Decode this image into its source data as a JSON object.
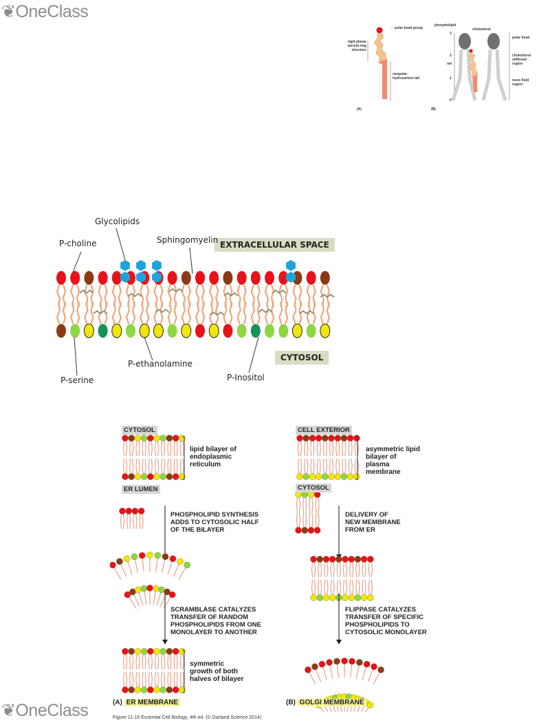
{
  "logo": {
    "text": "OneClass"
  },
  "cholesterol_figure": {
    "panel_a": {
      "letter": "(A)",
      "polar_head_group": "polar head group",
      "rigid_ring": "rigid planar steroid ring structure",
      "nonpolar_tail": "nonpolar hydrocarbon tail"
    },
    "panel_b": {
      "letter": "(B)",
      "phospholipid": "phospholipid",
      "cholesterol": "cholesterol",
      "axis_unit": "nm",
      "axis_ticks": [
        "3",
        "2",
        "1",
        "0"
      ],
      "polar_head": "polar head",
      "stiffened_region": "cholesterol-stiffened region",
      "fluid_region": "more fluid region"
    }
  },
  "bilayer_figure": {
    "extracellular": "EXTRACELLULAR SPACE",
    "cytosol": "CYTOSOL",
    "labels": {
      "glycolipids": "Glycolipids",
      "p_choline": "P-choline",
      "sphingomyelin": "Sphingomyelin",
      "p_ethanolamine": "P-ethanolamine",
      "p_serine": "P-serine",
      "p_inositol": "P-Inositol"
    },
    "colors": {
      "p_choline": "#e8121b",
      "sphingomyelin": "#8a3b15",
      "p_ethanolamine": "#f1e60c",
      "p_serine": "#8ed644",
      "p_inositol": "#14935a",
      "glycolipid": "#1fa3dd",
      "tail": "#f0a57a",
      "cholesterol": "#8a8d6e"
    }
  },
  "synthesis_figure": {
    "a": {
      "top_tag": "CYTOSOL",
      "bottom_tag": "ER LUMEN",
      "bracket1": "lipid bilayer of endoplasmic reticulum",
      "step1": [
        "PHOSPHOLIPID SYNTHESIS",
        "ADDS TO CYTOSOLIC HALF",
        "OF THE BILAYER"
      ],
      "step2": [
        "SCRAMBLASE CATALYZES",
        "TRANSFER OF RANDOM",
        "PHOSPHOLIPIDS FROM ONE",
        "MONOLAYER TO ANOTHER"
      ],
      "bracket2": "symmetric growth of both halves of bilayer",
      "letter": "(A)",
      "membrane": "ER MEMBRANE"
    },
    "b": {
      "top_tag": "CELL EXTERIOR",
      "bottom_tag": "CYTOSOL",
      "bracket1": "asymmetric lipid bilayer of plasma membrane",
      "step1": [
        "DELIVERY OF",
        "NEW MEMBRANE",
        "FROM ER"
      ],
      "step2": [
        "FLIPPASE CATALYZES",
        "TRANSFER OF SPECIFIC",
        "PHOSPHOLIPIDS TO",
        "CYTOSOLIC MONOLAYER"
      ],
      "letter": "(B)",
      "membrane": "GOLGI MEMBRANE"
    },
    "caption": "Figure 11-16  Essential Cell Biology, 4th ed. (© Garland Science 2014)"
  }
}
